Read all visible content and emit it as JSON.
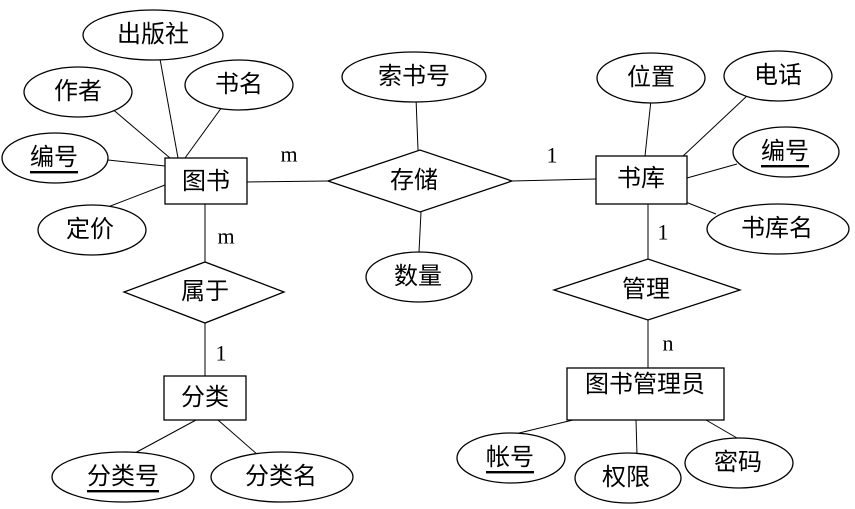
{
  "diagram": {
    "entities": {
      "book": "图书",
      "warehouse": "书库",
      "category": "分类",
      "librarian": "图书管理员"
    },
    "relationships": {
      "store": "存储",
      "belong": "属于",
      "manage": "管理"
    },
    "attributes": {
      "publisher": "出版社",
      "author": "作者",
      "title": "书名",
      "book_id": "编号",
      "price": "定价",
      "call_number": "索书号",
      "quantity": "数量",
      "location": "位置",
      "phone": "电话",
      "warehouse_id": "编号",
      "warehouse_name": "书库名",
      "category_id": "分类号",
      "category_name": "分类名",
      "account": "帐号",
      "permission": "权限",
      "password": "密码"
    },
    "cardinalities": {
      "book_store": "m",
      "store_warehouse": "1",
      "book_belong": "m",
      "belong_category": "1",
      "warehouse_manage": "1",
      "manage_librarian": "n"
    }
  }
}
